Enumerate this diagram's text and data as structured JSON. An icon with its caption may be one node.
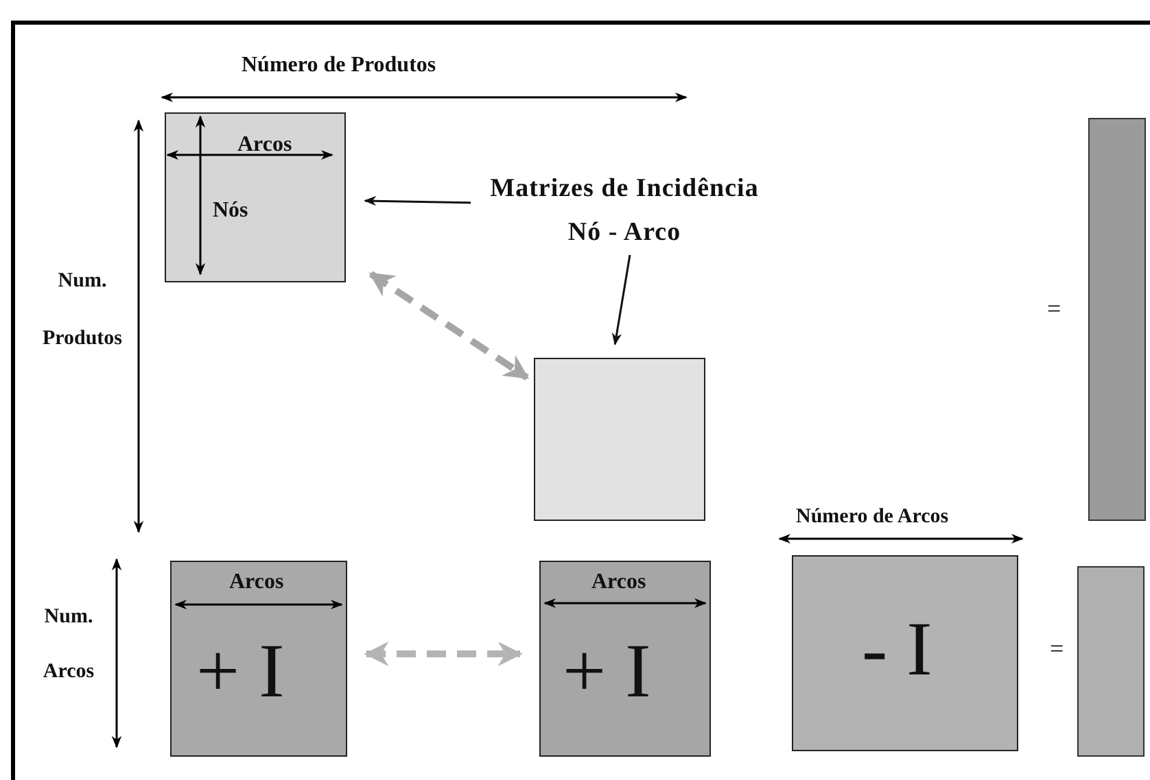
{
  "diagram": {
    "nodes": [
      {
        "text": [
          "Arcos",
          "Nós"
        ]
      },
      {
        "text": [
          "Matrizes de Incidência Nó - Arco"
        ]
      },
      {
        "text": [],
        "shape": "box"
      },
      {
        "text": [],
        "shape": "bar"
      },
      {
        "text": [
          "Arcos",
          "+ I"
        ]
      },
      {
        "text": [
          "Arcos",
          "+ I"
        ]
      },
      {
        "text": [
          "- I"
        ]
      },
      {
        "text": [],
        "shape": "bar"
      }
    ],
    "edges": [
      {
        "from": 1,
        "to": 0,
        "arrow": "to"
      },
      {
        "from": 1,
        "to": 2,
        "arrow": "to"
      },
      {
        "from": 0,
        "to": 2,
        "arrow": "both",
        "style": "dashed",
        "color": "#a6a6a6"
      },
      {
        "from": 4,
        "to": 5,
        "arrow": "both",
        "style": "dashed",
        "color": "#b4b4b4"
      }
    ],
    "labels": [
      "Número de Produtos",
      "Num. Produtos",
      "=",
      "Número de Arcos",
      "Num. Arcos",
      "="
    ]
  }
}
